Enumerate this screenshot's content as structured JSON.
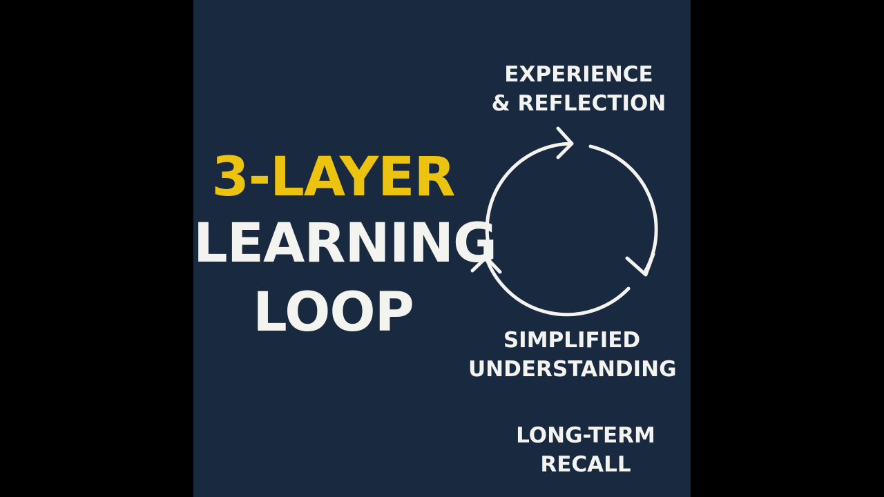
{
  "title": {
    "line1": "3-LAYER",
    "line2": "LEARNING",
    "line3": "LOOP"
  },
  "stages": {
    "experience": {
      "line1": "EXPERIENCE",
      "line2": "& REFLECTION"
    },
    "simplified": {
      "line1": "SIMPLIFIED",
      "line2": "UNDERSTANDING"
    },
    "longterm": {
      "line1": "LONG-TERM",
      "line2": "RECALL"
    }
  },
  "cycle": {
    "arrow_count": 3,
    "direction": "clockwise",
    "icon": "cycle-arrows-icon"
  },
  "colors": {
    "background": "#19293f",
    "frame": "#000000",
    "accent": "#ecc40f",
    "text": "#f3f3f0"
  }
}
